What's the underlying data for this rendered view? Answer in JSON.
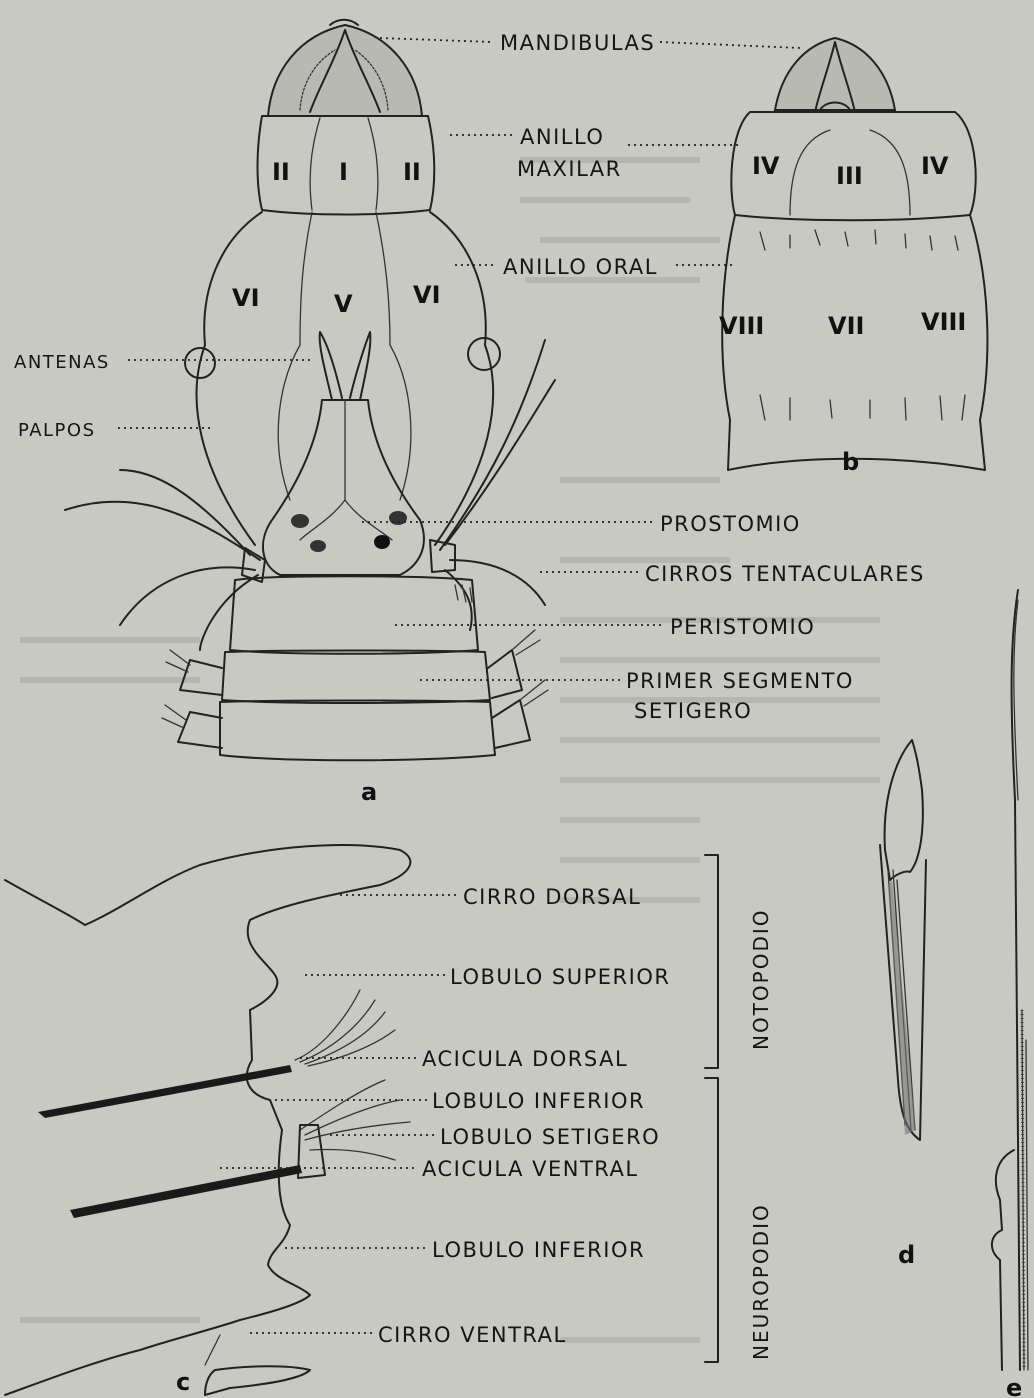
{
  "labels": {
    "mandibulas": "MANDIBULAS",
    "anillo_maxilar_1": "ANILLO",
    "anillo_maxilar_2": "MAXILAR",
    "anillo_oral": "ANILLO ORAL",
    "antenas": "ANTENAS",
    "palpos": "PALPOS",
    "prostomio": "PROSTOMIO",
    "cirros_tentaculares": "CIRROS TENTACULARES",
    "peristomio": "PERISTOMIO",
    "primer_segmento_1": "PRIMER SEGMENTO",
    "primer_segmento_2": "SETIGERO",
    "cirro_dorsal": "CIRRO DORSAL",
    "lobulo_superior": "LOBULO SUPERIOR",
    "acicula_dorsal": "ACICULA DORSAL",
    "lobulo_inferior_noto": "LOBULO INFERIOR",
    "lobulo_setigero": "LOBULO SETIGERO",
    "acicula_ventral": "ACICULA VENTRAL",
    "lobulo_inferior_neuro": "LOBULO INFERIOR",
    "cirro_ventral": "CIRRO VENTRAL",
    "notopodio": "NOTOPODIO",
    "neuropodio": "NEUROPODIO"
  },
  "areas_a": {
    "ii_left": "II",
    "i": "I",
    "ii_right": "II",
    "vi_left": "VI",
    "v": "V",
    "vi_right": "VI"
  },
  "areas_b": {
    "iv_left": "IV",
    "iii": "III",
    "iv_right": "IV",
    "viii_left": "VIII",
    "vii": "VII",
    "viii_right": "VIII"
  },
  "panels": {
    "a": "a",
    "b": "b",
    "c": "c",
    "d": "d",
    "e": "e"
  }
}
